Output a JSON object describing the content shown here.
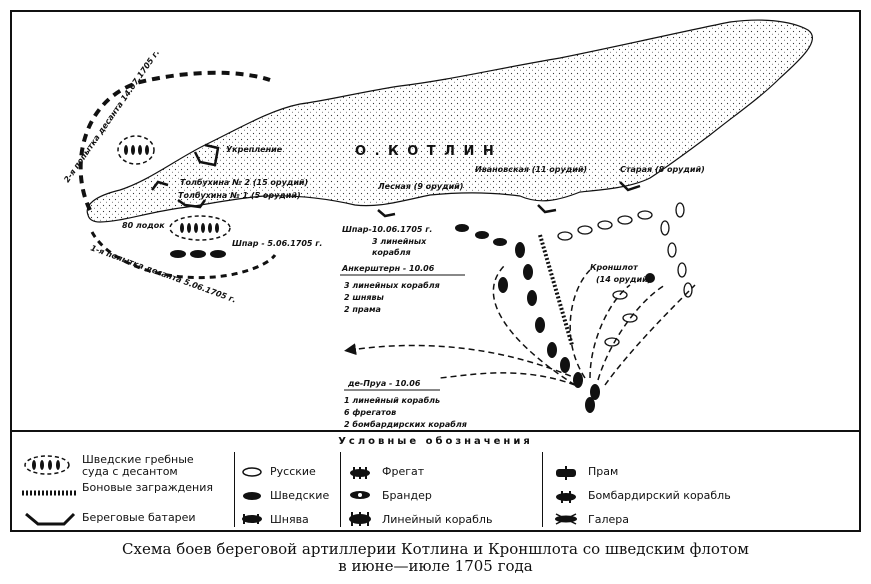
{
  "map": {
    "island_name": "О . К О Т Л И Н",
    "batteries": [
      {
        "name": "Укрепление"
      },
      {
        "name": "Толбухина № 2 (15 орудий)"
      },
      {
        "name": "Толбухина № 1 (5 орудий)"
      },
      {
        "name": "Лесная (9 орудий)"
      },
      {
        "name": "Ивановская (11 орудий)"
      },
      {
        "name": "Старая (8 орудий)"
      }
    ],
    "fort": {
      "name": "Кроншлот",
      "guns": "(14 орудий)"
    },
    "landing_boats": "80 лодок",
    "attempt1": "1-я попытка десанта 5.06.1705 г.",
    "attempt2": "2-я попытка десанта 14.07.1705 г.",
    "spar1": "Шпар - 5.06.1705 г.",
    "spar2": {
      "title": "Шпар-10.06.1705 г.",
      "lines": [
        "3 линейных",
        "корабля"
      ]
    },
    "ankerstern": {
      "title": "Анкерштерн - 10.06",
      "lines": [
        "3 линейных корабля",
        "2 шнявы",
        "2 прама"
      ]
    },
    "deprua": {
      "title": "де-Пруа - 10.06",
      "lines": [
        "1 линейный корабль",
        "6 фрегатов",
        "2 бомбардирских корабля"
      ]
    }
  },
  "legend": {
    "title": "Условные обозначения",
    "items": [
      {
        "id": "landing",
        "label": "Шведские гребные суда с десантом"
      },
      {
        "id": "boom",
        "label": "Боновые заграждения"
      },
      {
        "id": "battery",
        "label": "Береговые батареи"
      },
      {
        "id": "russian",
        "label": "Русские"
      },
      {
        "id": "swedish",
        "label": "Шведские"
      },
      {
        "id": "shnyava",
        "label": "Шнява"
      },
      {
        "id": "frigate",
        "label": "Фрегат"
      },
      {
        "id": "fireship",
        "label": "Брандер"
      },
      {
        "id": "line_ship",
        "label": "Линейный корабль"
      },
      {
        "id": "pram",
        "label": "Прам"
      },
      {
        "id": "bomb_ship",
        "label": "Бомбардирский корабль"
      },
      {
        "id": "galley",
        "label": "Галера"
      }
    ]
  },
  "caption": {
    "line1": "Схема боев береговой артиллерии Котлина и Кроншлота со шведским флотом",
    "line2": "в июне—июле 1705 года"
  }
}
